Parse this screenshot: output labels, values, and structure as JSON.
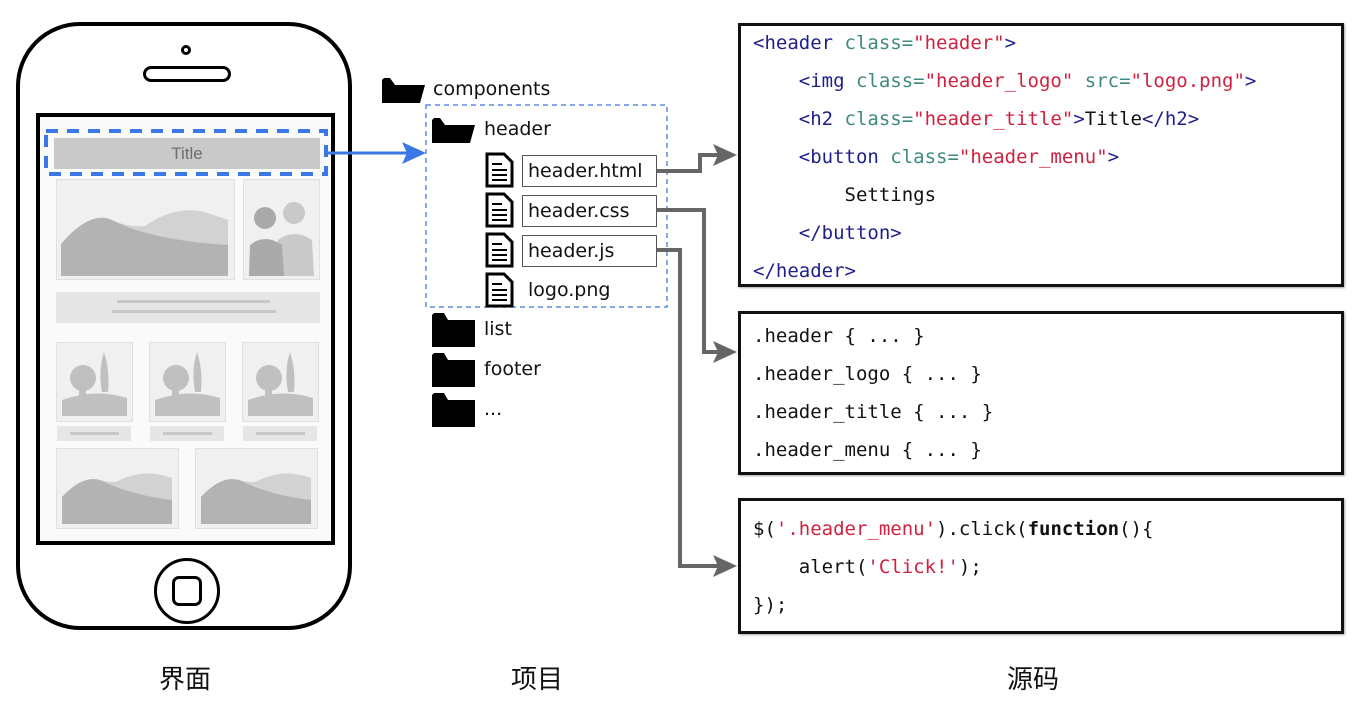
{
  "captions": {
    "interface": "界面",
    "project": "项目",
    "source": "源码"
  },
  "phone": {
    "title_bar_label": "Title",
    "highlight_color": "#3b78e7"
  },
  "tree": {
    "root": {
      "label": "components",
      "icon": "folder-icon"
    },
    "header_folder": {
      "label": "header",
      "icon": "folder-icon"
    },
    "files": [
      {
        "label": "header.html",
        "icon": "file-icon",
        "boxed": true
      },
      {
        "label": "header.css",
        "icon": "file-icon",
        "boxed": true
      },
      {
        "label": "header.js",
        "icon": "file-icon",
        "boxed": true
      },
      {
        "label": "logo.png",
        "icon": "file-icon",
        "boxed": false
      }
    ],
    "folders": [
      {
        "label": "list",
        "icon": "folder-icon"
      },
      {
        "label": "footer",
        "icon": "folder-icon"
      },
      {
        "label": "...",
        "icon": "folder-icon"
      }
    ]
  },
  "code": {
    "html": [
      [
        {
          "t": "<header ",
          "c": "tag"
        },
        {
          "t": "class=",
          "c": "attr"
        },
        {
          "t": "\"header\"",
          "c": "str"
        },
        {
          "t": ">",
          "c": "tag"
        }
      ],
      [
        {
          "t": "    <img ",
          "c": "tag"
        },
        {
          "t": "class=",
          "c": "attr"
        },
        {
          "t": "\"header_logo\"",
          "c": "str"
        },
        {
          "t": " src=",
          "c": "attr"
        },
        {
          "t": "\"logo.png\"",
          "c": "str"
        },
        {
          "t": ">",
          "c": "tag"
        }
      ],
      [
        {
          "t": "    <h2 ",
          "c": "tag"
        },
        {
          "t": "class=",
          "c": "attr"
        },
        {
          "t": "\"header_title\"",
          "c": "str"
        },
        {
          "t": ">",
          "c": "tag"
        },
        {
          "t": "Title",
          "c": "plain"
        },
        {
          "t": "</h2>",
          "c": "tag"
        }
      ],
      [
        {
          "t": "    <button ",
          "c": "tag"
        },
        {
          "t": "class=",
          "c": "attr"
        },
        {
          "t": "\"header_menu\"",
          "c": "str"
        },
        {
          "t": ">",
          "c": "tag"
        }
      ],
      [
        {
          "t": "        Settings",
          "c": "plain"
        }
      ],
      [
        {
          "t": "    </button>",
          "c": "tag"
        }
      ],
      [
        {
          "t": "</header>",
          "c": "tag"
        }
      ]
    ],
    "css": [
      [
        {
          "t": ".header { ... }",
          "c": "plain"
        }
      ],
      [
        {
          "t": ".header_logo { ... }",
          "c": "plain"
        }
      ],
      [
        {
          "t": ".header_title { ... }",
          "c": "plain"
        }
      ],
      [
        {
          "t": ".header_menu { ... }",
          "c": "plain"
        }
      ]
    ],
    "js": [
      [
        {
          "t": "$(",
          "c": "plain"
        },
        {
          "t": "'.header_menu'",
          "c": "str"
        },
        {
          "t": ").click(",
          "c": "plain"
        },
        {
          "t": "function",
          "c": "kw"
        },
        {
          "t": "(){",
          "c": "plain"
        }
      ],
      [
        {
          "t": "    alert(",
          "c": "plain"
        },
        {
          "t": "'Click!'",
          "c": "str"
        },
        {
          "t": ");",
          "c": "plain"
        }
      ],
      [
        {
          "t": "});",
          "c": "plain"
        }
      ]
    ]
  },
  "colors": {
    "blue_arrow": "#3b78e7",
    "connector": "#666666"
  }
}
